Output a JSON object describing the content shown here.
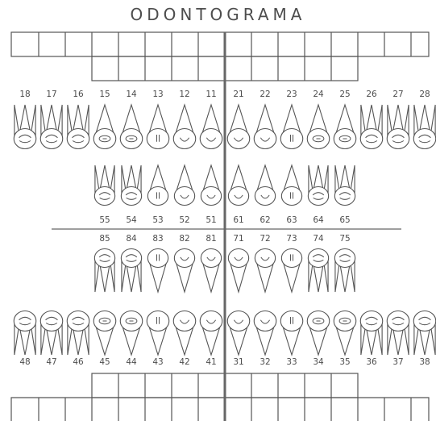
{
  "title": "ODONTOGRAMA",
  "colors": {
    "ink": "#4d4d4d",
    "line": "#555555",
    "divider": "#666666",
    "background": "#ffffff"
  },
  "upper_permanent": [
    "18",
    "17",
    "16",
    "15",
    "14",
    "13",
    "12",
    "11",
    "21",
    "22",
    "23",
    "24",
    "25",
    "26",
    "27",
    "28"
  ],
  "upper_primary": [
    "55",
    "54",
    "53",
    "52",
    "51",
    "61",
    "62",
    "63",
    "64",
    "65"
  ],
  "lower_primary": [
    "85",
    "84",
    "83",
    "82",
    "81",
    "71",
    "72",
    "73",
    "74",
    "75"
  ],
  "lower_permanent": [
    "48",
    "47",
    "46",
    "45",
    "44",
    "43",
    "42",
    "41",
    "31",
    "32",
    "33",
    "34",
    "35",
    "36",
    "37",
    "38"
  ]
}
